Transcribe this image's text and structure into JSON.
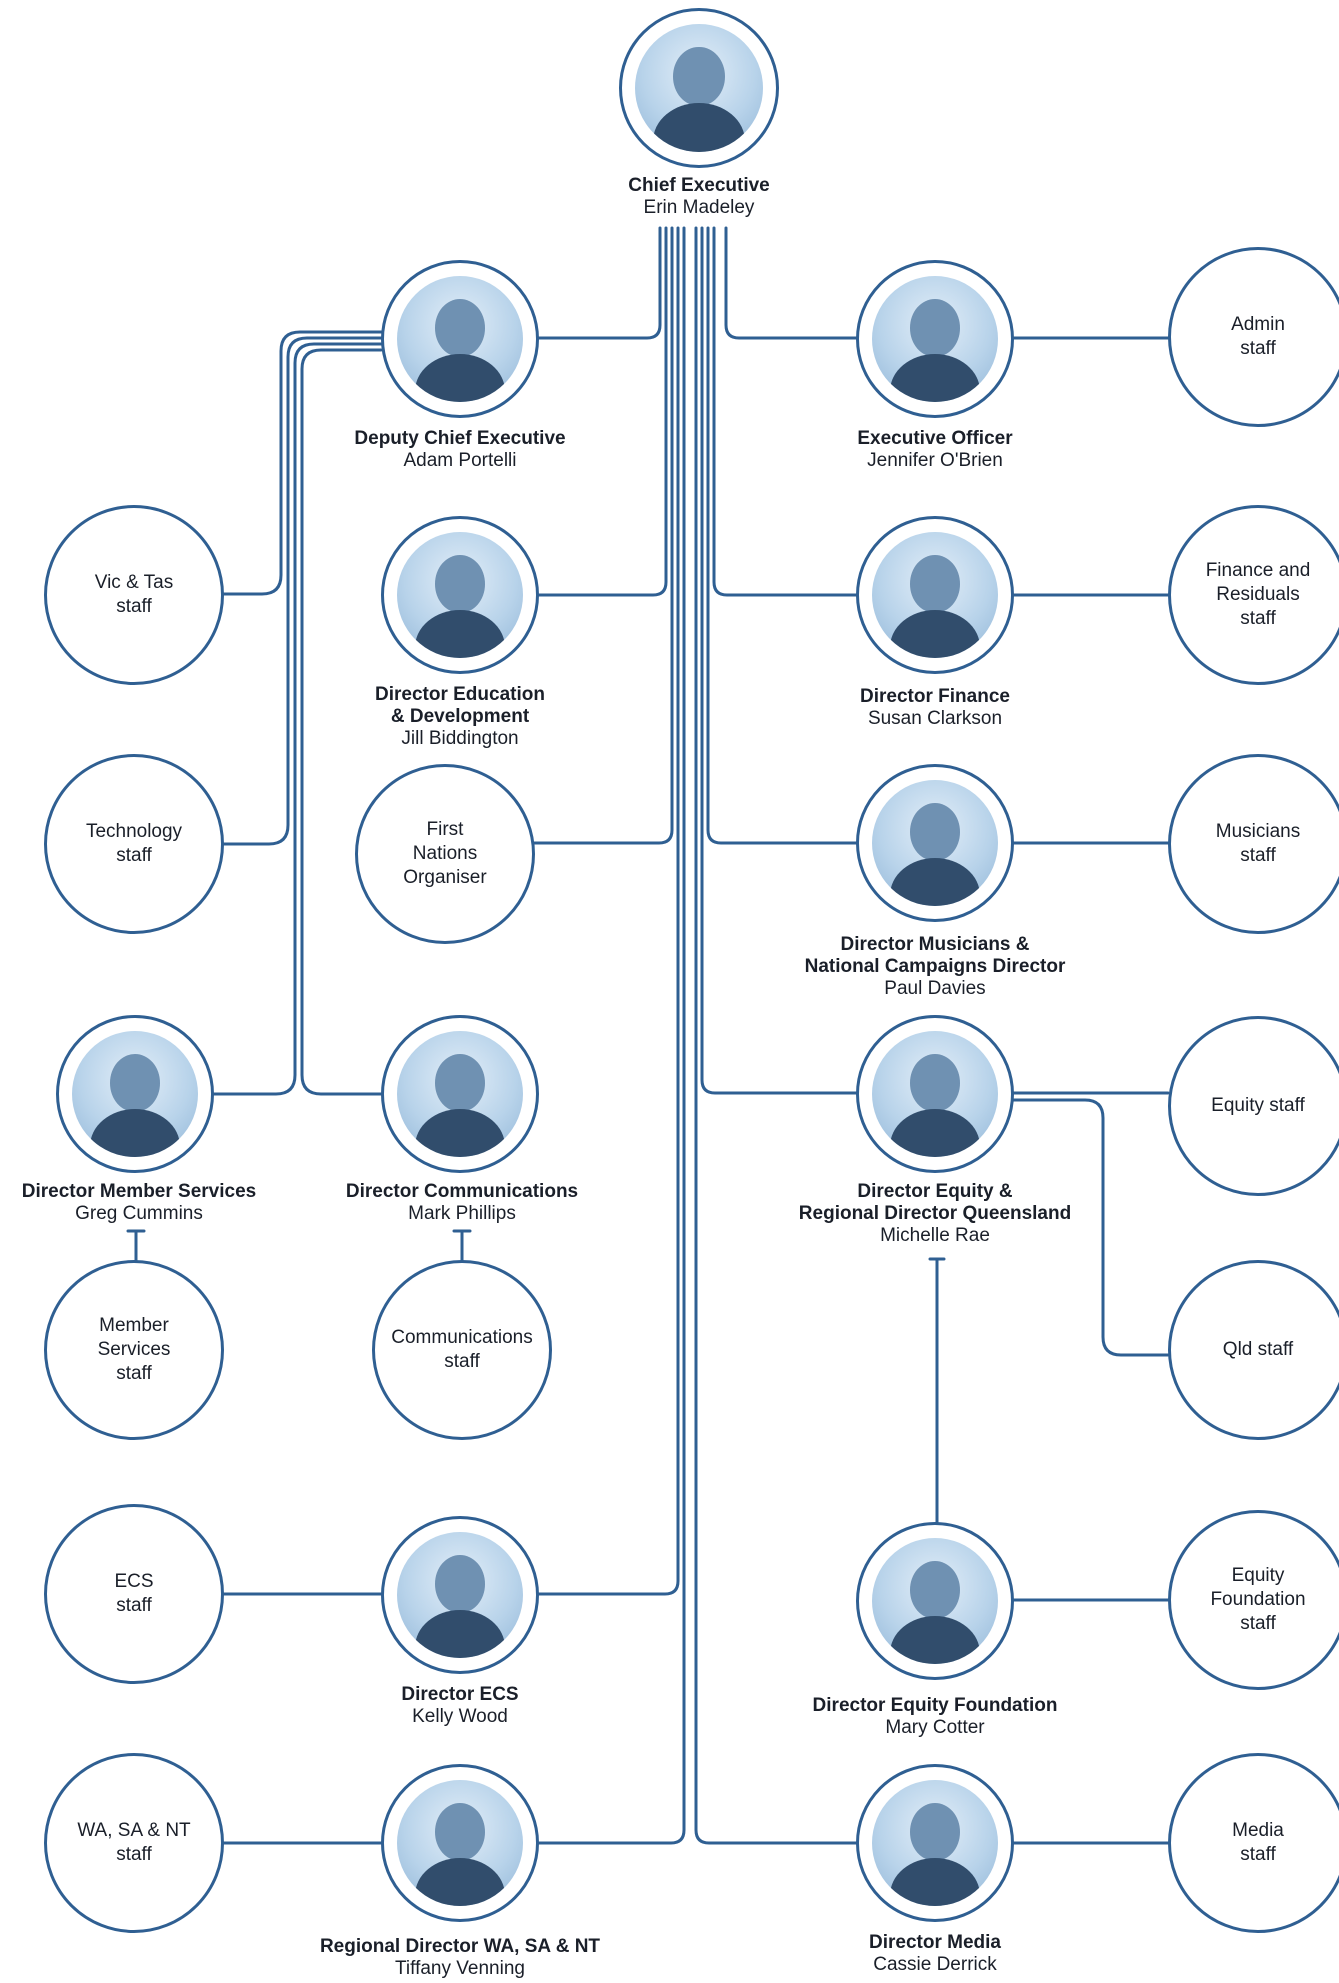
{
  "colors": {
    "line": "#2f5f92",
    "photo_tint": "#b8d3ea"
  },
  "people": {
    "ceo": {
      "title": "Chief Executive",
      "name": "Erin Madeley"
    },
    "deputy": {
      "title": "Deputy Chief Executive",
      "name": "Adam Portelli"
    },
    "exec_officer": {
      "title": "Executive Officer",
      "name": "Jennifer O'Brien"
    },
    "education": {
      "title": "Director Education\n& Development",
      "name": "Jill Biddington"
    },
    "finance": {
      "title": "Director Finance",
      "name": "Susan Clarkson"
    },
    "musicians": {
      "title": "Director Musicians &\nNational Campaigns Director",
      "name": "Paul Davies"
    },
    "member_services": {
      "title": "Director Member Services",
      "name": "Greg Cummins"
    },
    "communications": {
      "title": "Director Communications",
      "name": "Mark Phillips"
    },
    "equity": {
      "title": "Director Equity &\nRegional Director Queensland",
      "name": "Michelle Rae"
    },
    "ecs": {
      "title": "Director ECS",
      "name": "Kelly Wood"
    },
    "equity_foundation": {
      "title": "Director Equity Foundation",
      "name": "Mary Cotter"
    },
    "wa": {
      "title": "Regional Director WA, SA & NT",
      "name": "Tiffany Venning"
    },
    "media": {
      "title": "Director Media",
      "name": "Cassie Derrick"
    }
  },
  "staff": {
    "admin": "Admin\nstaff",
    "vic_tas": "Vic & Tas\nstaff",
    "finance_residuals": "Finance and\nResiduals\nstaff",
    "technology": "Technology\nstaff",
    "first_nations": "First\nNations\nOrganiser",
    "musicians": "Musicians\nstaff",
    "equity": "Equity staff",
    "member_services": "Member\nServices\nstaff",
    "communications": "Communications\nstaff",
    "qld": "Qld staff",
    "ecs": "ECS\nstaff",
    "equity_foundation": "Equity\nFoundation\nstaff",
    "wa_sa_nt": "WA, SA & NT\nstaff",
    "media": "Media\nstaff"
  }
}
